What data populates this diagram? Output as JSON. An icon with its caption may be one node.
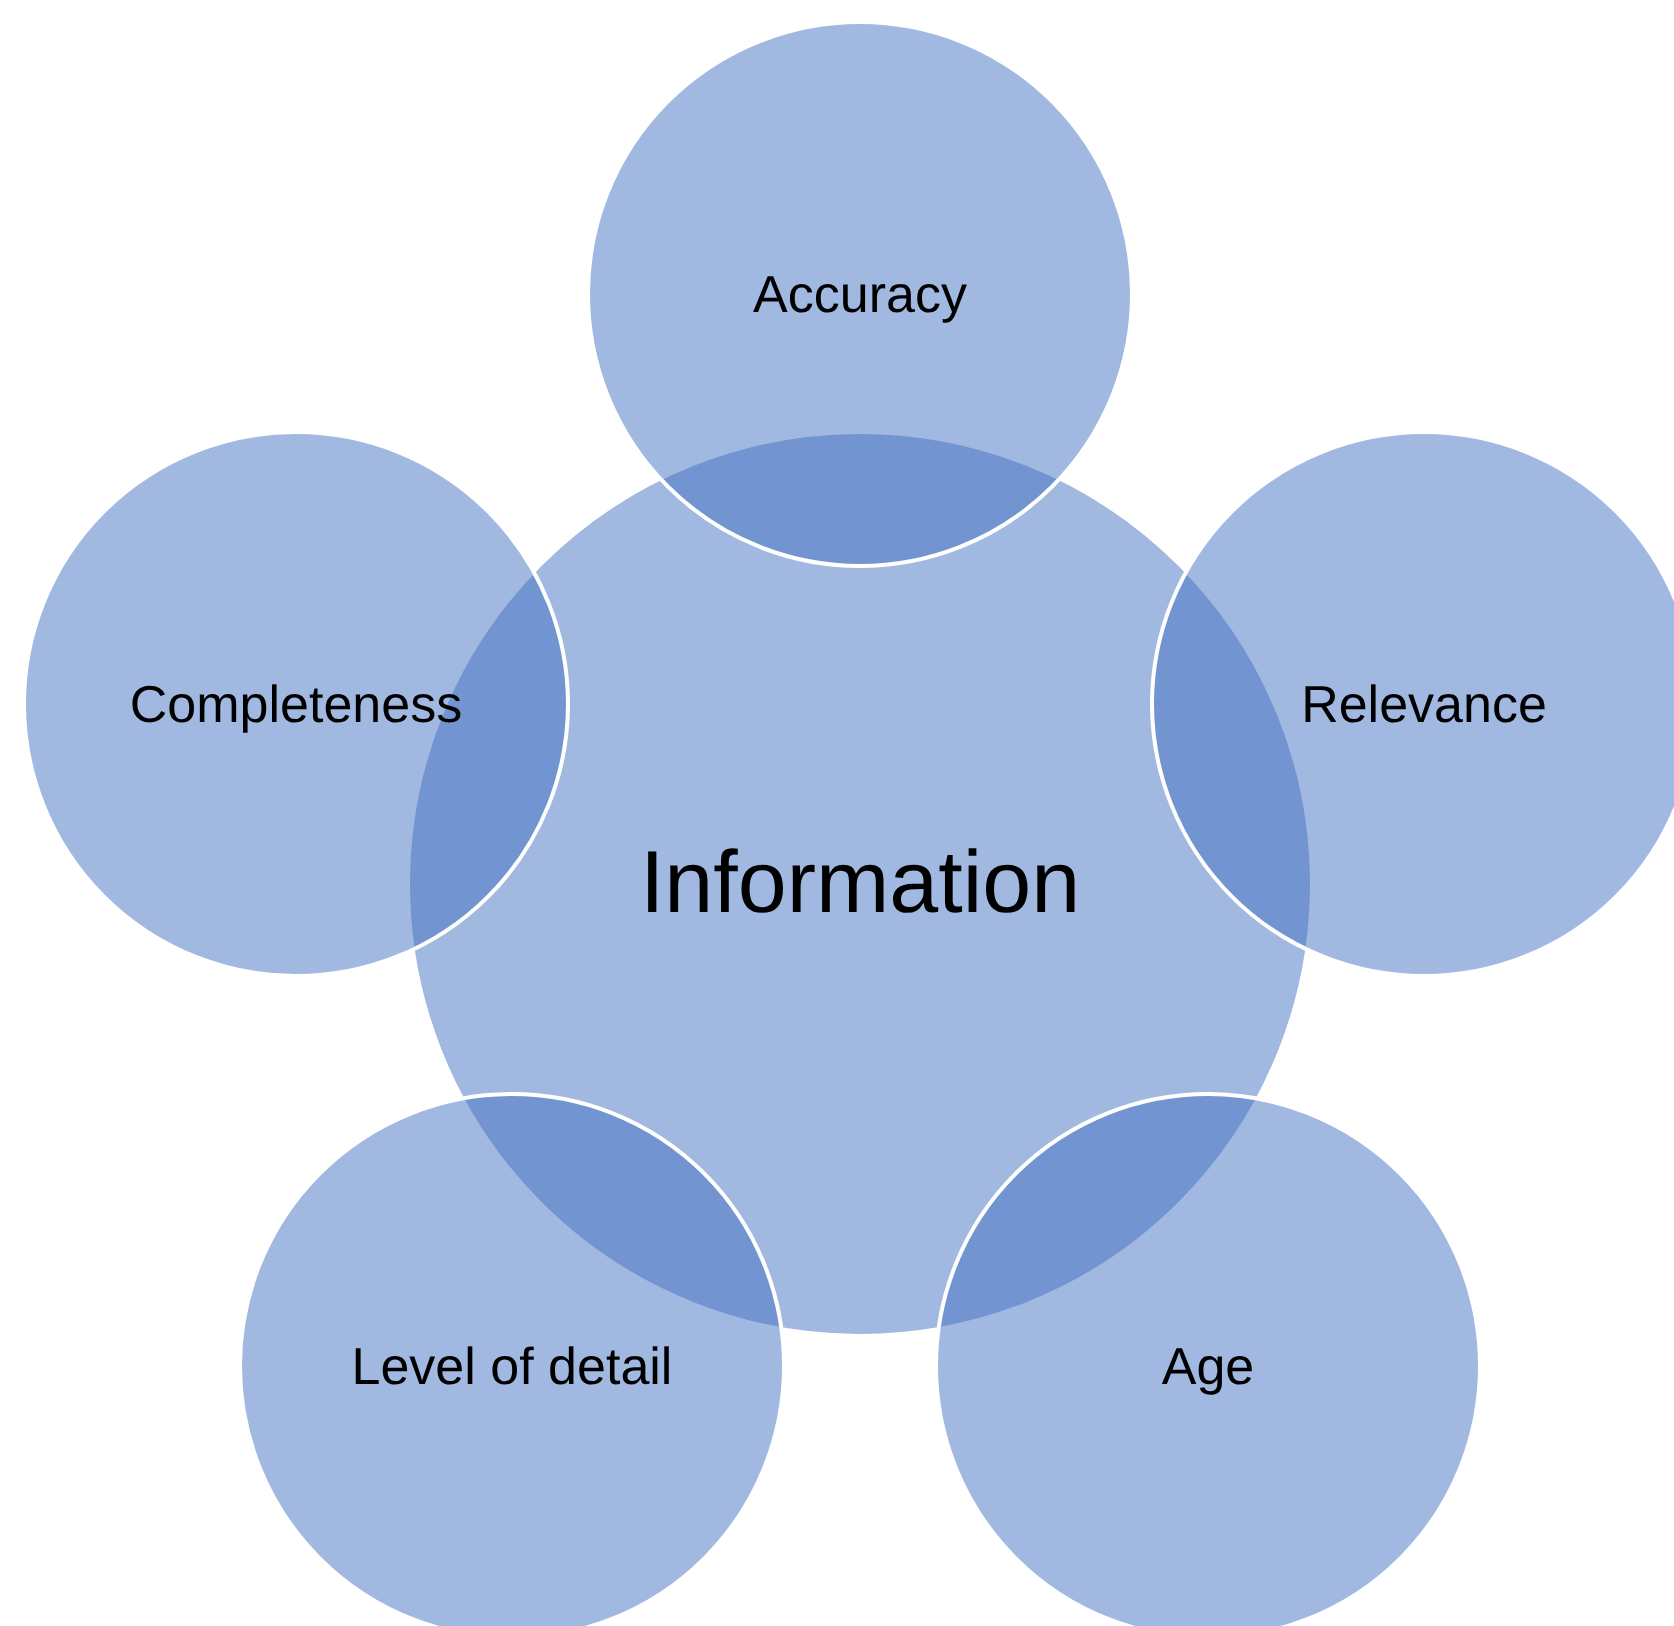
{
  "diagram": {
    "nodes": [
      {
        "text": [
          "Information"
        ]
      },
      {
        "text": [
          "Accuracy"
        ]
      },
      {
        "text": [
          "Relevance"
        ]
      },
      {
        "text": [
          "Age"
        ]
      },
      {
        "text": [
          "Level of detail"
        ]
      },
      {
        "text": [
          "Completeness"
        ]
      }
    ],
    "edges": []
  }
}
